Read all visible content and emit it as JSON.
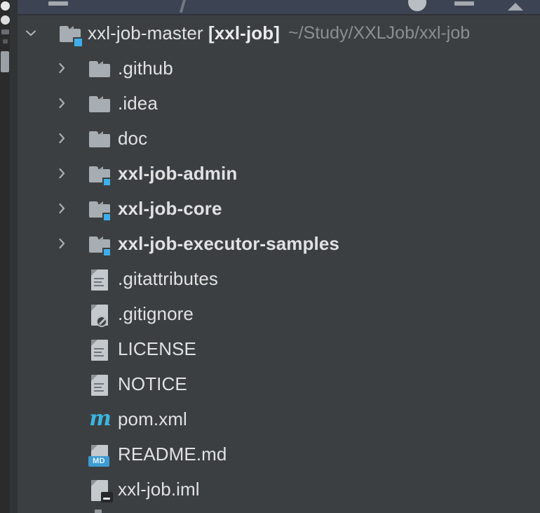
{
  "window": {
    "background_color": "#3c3f41",
    "toolbar_color": "#3c4352",
    "accent_color": "#3daee9",
    "text_color": "#dfe1e2",
    "muted_text_color": "#8b8f92"
  },
  "toolbar": {
    "icons": [
      {
        "name": "toolbar-rect-icon-1",
        "glyph": "rect"
      },
      {
        "name": "toolbar-slash-icon",
        "glyph": "slash"
      },
      {
        "name": "toolbar-circle-icon",
        "glyph": "circle"
      },
      {
        "name": "toolbar-rect-icon-2",
        "glyph": "rect"
      },
      {
        "name": "toolbar-triangle-icon",
        "glyph": "triangle"
      }
    ]
  },
  "os_strip": {
    "items": [
      {
        "name": "os-dot-1",
        "glyph": "dot"
      },
      {
        "name": "os-dot-2",
        "glyph": "dot"
      },
      {
        "name": "os-square-1",
        "glyph": "square"
      },
      {
        "name": "os-square-2",
        "glyph": "square-small"
      },
      {
        "name": "os-bar",
        "glyph": "bar"
      }
    ]
  },
  "project_tree": {
    "root": {
      "name": "xxl-job-master",
      "module_tag": "[xxl-job]",
      "full_label": "xxl-job-master [xxl-job]",
      "path": "~/Study/XXLJob/xxl-job",
      "expanded": true,
      "arrow": "chevron-down",
      "icon": "module-folder-icon"
    },
    "children": [
      {
        "label": ".github",
        "icon": "folder-icon",
        "arrow": "chevron-right",
        "expanded": false,
        "bold": false,
        "type": "folder"
      },
      {
        "label": ".idea",
        "icon": "folder-icon",
        "arrow": "chevron-right",
        "expanded": false,
        "bold": false,
        "type": "folder"
      },
      {
        "label": "doc",
        "icon": "folder-icon",
        "arrow": "chevron-right",
        "expanded": false,
        "bold": false,
        "type": "folder"
      },
      {
        "label": "xxl-job-admin",
        "icon": "module-folder-icon",
        "arrow": "chevron-right",
        "expanded": false,
        "bold": true,
        "type": "module"
      },
      {
        "label": "xxl-job-core",
        "icon": "module-folder-icon",
        "arrow": "chevron-right",
        "expanded": false,
        "bold": true,
        "type": "module"
      },
      {
        "label": "xxl-job-executor-samples",
        "icon": "module-folder-icon",
        "arrow": "chevron-right",
        "expanded": false,
        "bold": true,
        "type": "module"
      },
      {
        "label": ".gitattributes",
        "icon": "text-file-icon",
        "arrow": "",
        "expanded": false,
        "bold": false,
        "type": "file"
      },
      {
        "label": ".gitignore",
        "icon": "ignored-file-icon",
        "arrow": "",
        "expanded": false,
        "bold": false,
        "type": "file"
      },
      {
        "label": "LICENSE",
        "icon": "text-file-icon",
        "arrow": "",
        "expanded": false,
        "bold": false,
        "type": "file"
      },
      {
        "label": "NOTICE",
        "icon": "text-file-icon",
        "arrow": "",
        "expanded": false,
        "bold": false,
        "type": "file"
      },
      {
        "label": "pom.xml",
        "icon": "maven-file-icon",
        "arrow": "",
        "expanded": false,
        "bold": false,
        "type": "file"
      },
      {
        "label": "README.md",
        "icon": "markdown-file-icon",
        "arrow": "",
        "expanded": false,
        "bold": false,
        "type": "file",
        "badge_text": "MD"
      },
      {
        "label": "xxl-job.iml",
        "icon": "module-descriptor-icon",
        "arrow": "",
        "expanded": false,
        "bold": false,
        "type": "file"
      }
    ]
  }
}
